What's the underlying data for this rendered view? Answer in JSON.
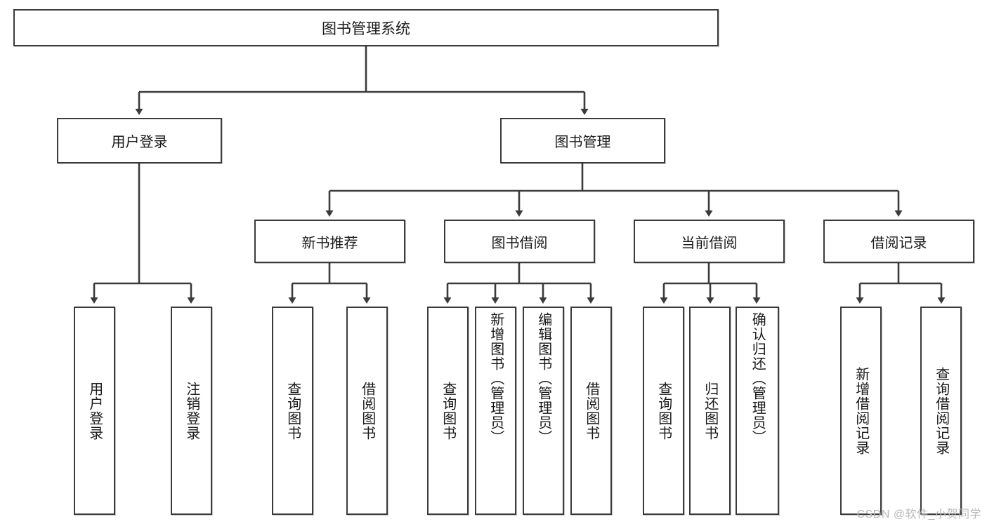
{
  "diagram": {
    "title": "图书管理系统",
    "watermark": "CSDN @软件_小贺同学",
    "line_color": "#3b3b3b",
    "box_fill": "#ffffff",
    "text_color": "#1a1a1a",
    "watermark_color": "#b9b9b9",
    "type": "tree",
    "nodes": {
      "root": "图书管理系统",
      "level1": [
        "用户登录",
        "图书管理"
      ],
      "level2": [
        "新书推荐",
        "图书借阅",
        "当前借阅",
        "借阅记录"
      ],
      "leaves": {
        "user_login": [
          "用户登录",
          "注销登录"
        ],
        "new_book_recommend": [
          "查询图书",
          "借阅图书"
        ],
        "book_borrow": [
          "查询图书",
          "新增图书（管理员）",
          "编辑图书（管理员）",
          "借阅图书"
        ],
        "current_borrow": [
          "查询图书",
          "归还图书",
          "确认归还（管理员）"
        ],
        "borrow_record": [
          "新增借阅记录",
          "查询借阅记录"
        ]
      }
    }
  }
}
